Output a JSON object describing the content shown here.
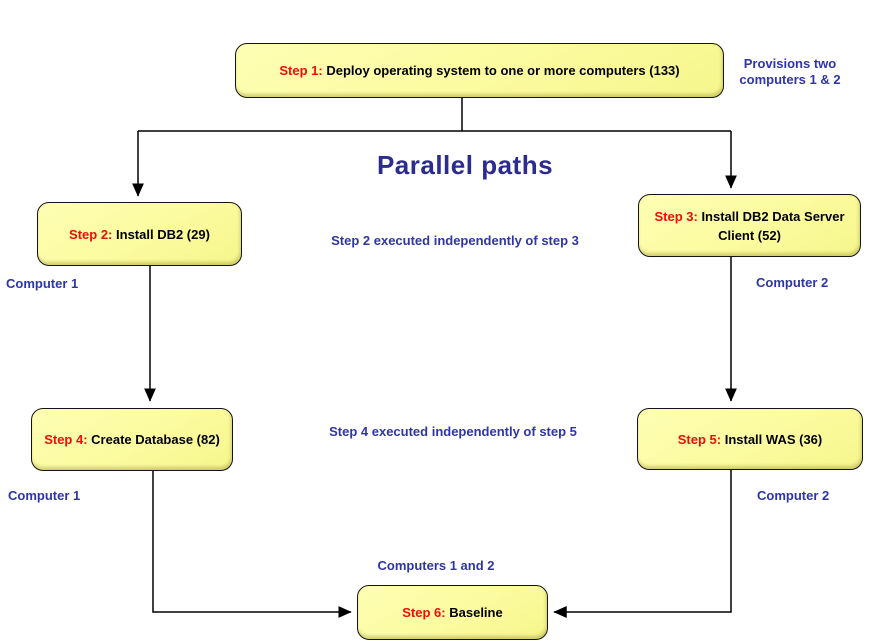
{
  "title": "Parallel provisioning workflow diagram",
  "colors": {
    "box_fill": "#fbfb9f",
    "box_border": "#141414",
    "step_number_red": "#f40b0b",
    "box_text": "#000000",
    "annotation_blue": "#2e36a5",
    "heading_blue": "#2b2b90",
    "arrow": "#000000",
    "background": "#ffffff"
  },
  "heading": {
    "text": "Parallel paths"
  },
  "nodes": [
    {
      "id": "step1",
      "step": "Step 1:",
      "label": "Deploy operating system to one or more computers (133)"
    },
    {
      "id": "step2",
      "step": "Step 2:",
      "label": "Install DB2 (29)"
    },
    {
      "id": "step3",
      "step": "Step 3:",
      "label": "Install DB2 Data Server Client (52)"
    },
    {
      "id": "step4",
      "step": "Step 4:",
      "label": "Create Database (82)"
    },
    {
      "id": "step5",
      "step": "Step 5:",
      "label": "Install WAS (36)"
    },
    {
      "id": "step6",
      "step": "Step 6:",
      "label": "Baseline"
    }
  ],
  "annotations": {
    "provisions": "Provisions two computers 1 & 2",
    "indep23": "Step 2 executed independently of step 3",
    "computer1_top": "Computer 1",
    "computer2_top": "Computer 2",
    "indep45": "Step 4 executed independently of step 5",
    "computer1_bottom": "Computer 1",
    "computer2_bottom": "Computer 2",
    "computers12": "Computers 1 and 2"
  }
}
